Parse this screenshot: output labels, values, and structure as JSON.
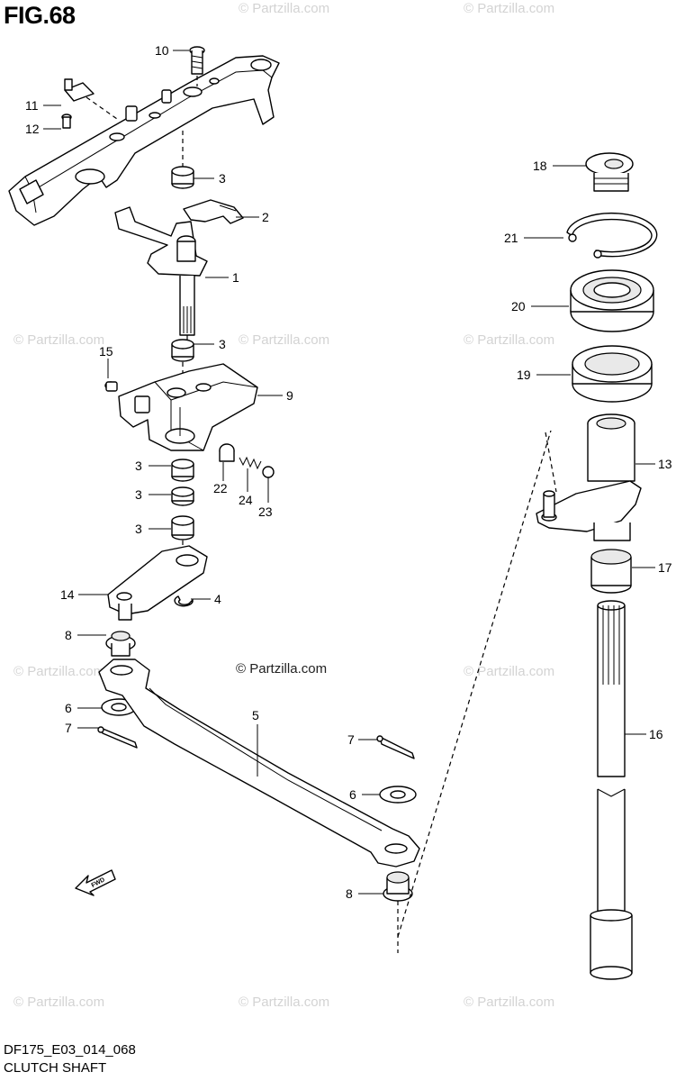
{
  "figure": {
    "title": "FIG.68",
    "code": "DF175_E03_014_068",
    "caption": "CLUTCH SHAFT"
  },
  "watermark": {
    "text": "© Partzilla.com",
    "center_text": "© Partzilla.com"
  },
  "direction_arrow": {
    "label": "FWD"
  },
  "callouts": [
    {
      "id": "c10",
      "number": "10"
    },
    {
      "id": "c11",
      "number": "11"
    },
    {
      "id": "c12",
      "number": "12"
    },
    {
      "id": "c3a",
      "number": "3"
    },
    {
      "id": "c2",
      "number": "2"
    },
    {
      "id": "c1",
      "number": "1"
    },
    {
      "id": "c3b",
      "number": "3"
    },
    {
      "id": "c15",
      "number": "15"
    },
    {
      "id": "c9",
      "number": "9"
    },
    {
      "id": "c3c",
      "number": "3"
    },
    {
      "id": "c22",
      "number": "22"
    },
    {
      "id": "c3d",
      "number": "3"
    },
    {
      "id": "c24",
      "number": "24"
    },
    {
      "id": "c23",
      "number": "23"
    },
    {
      "id": "c3e",
      "number": "3"
    },
    {
      "id": "c14",
      "number": "14"
    },
    {
      "id": "c4",
      "number": "4"
    },
    {
      "id": "c8a",
      "number": "8"
    },
    {
      "id": "c6a",
      "number": "6"
    },
    {
      "id": "c7a",
      "number": "7"
    },
    {
      "id": "c5",
      "number": "5"
    },
    {
      "id": "c7b",
      "number": "7"
    },
    {
      "id": "c6b",
      "number": "6"
    },
    {
      "id": "c8b",
      "number": "8"
    },
    {
      "id": "c18",
      "number": "18"
    },
    {
      "id": "c21",
      "number": "21"
    },
    {
      "id": "c20",
      "number": "20"
    },
    {
      "id": "c19",
      "number": "19"
    },
    {
      "id": "c13",
      "number": "13"
    },
    {
      "id": "c17",
      "number": "17"
    },
    {
      "id": "c16",
      "number": "16"
    }
  ]
}
